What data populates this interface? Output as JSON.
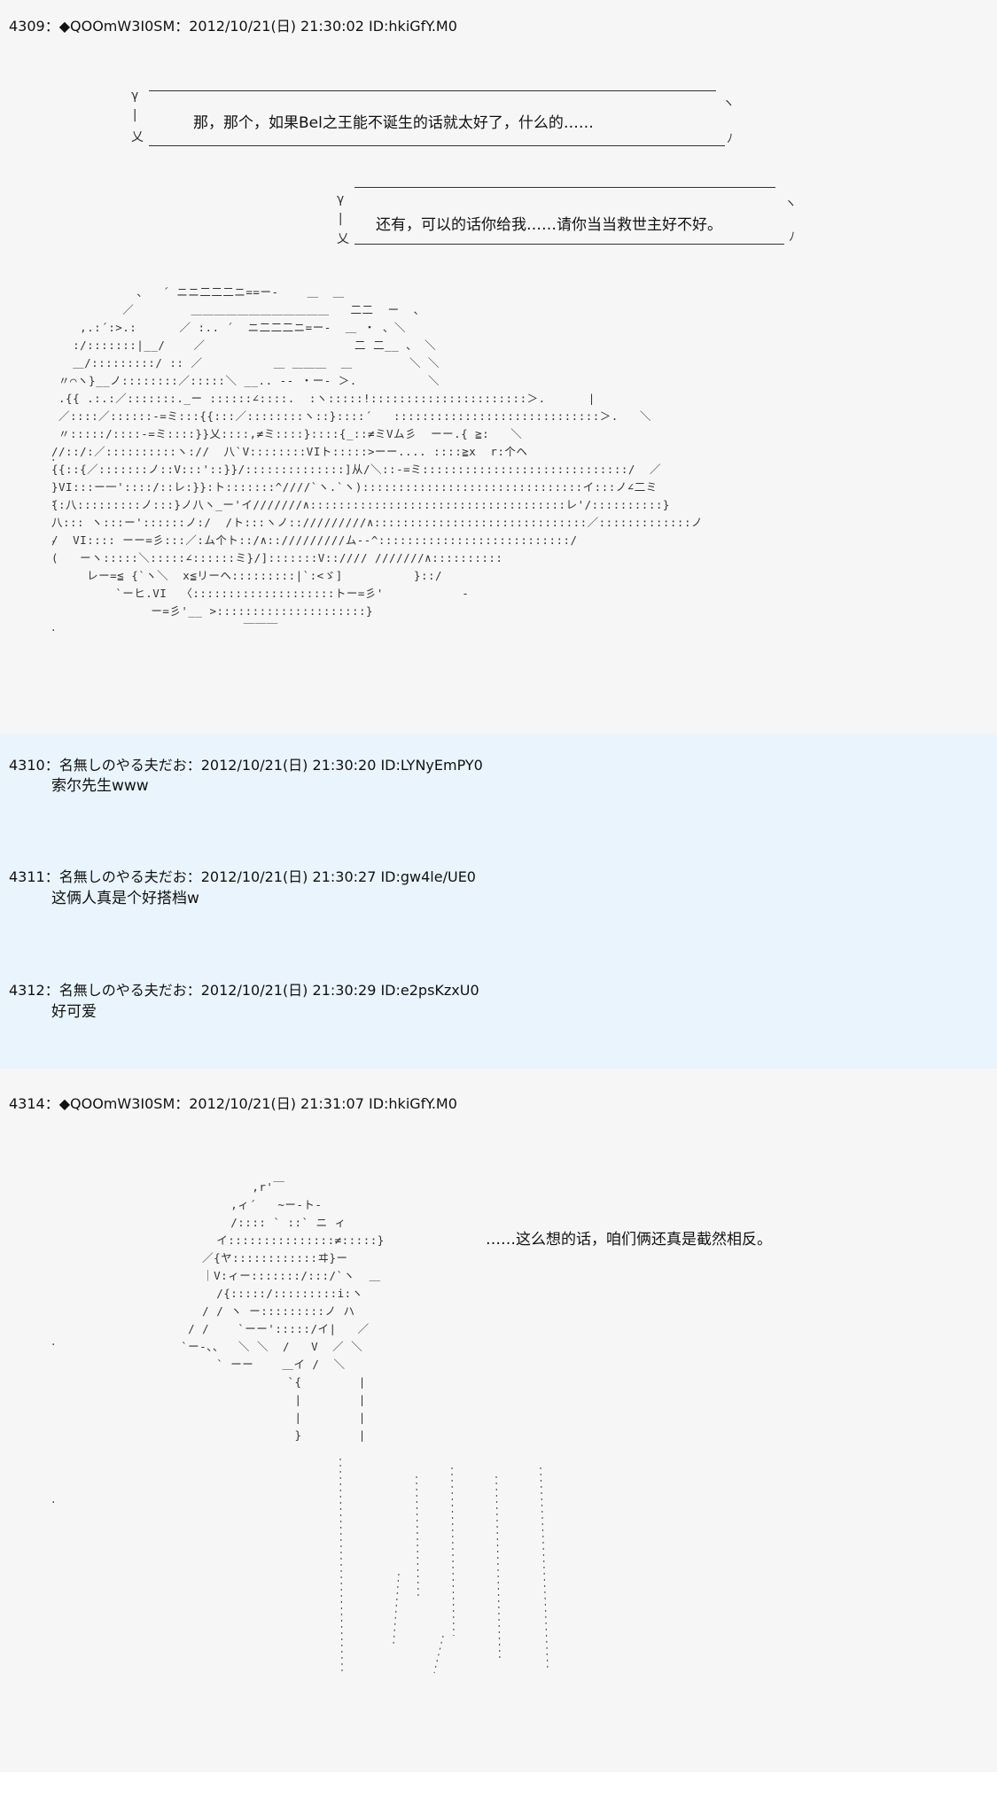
{
  "posts": [
    {
      "header": "4309：◆QOOmW3I0SM：2012/10/21(日) 21:30:02 ID:hkiGfY.M0",
      "bubbles": [
        "那，那个，如果Bel之王能不诞生的话就太好了，什么的……",
        "还有，可以的话你给我……请你当当救世主好不好。"
      ]
    },
    {
      "header": "4310：名無しのやる夫だお：2012/10/21(日) 21:30:20 ID:LYNyEmPY0",
      "body": "索尔先生www"
    },
    {
      "header": "4311：名無しのやる夫だお：2012/10/21(日) 21:30:27 ID:gw4le/UE0",
      "body": "这俩人真是个好搭档w"
    },
    {
      "header": "4312：名無しのやる夫だお：2012/10/21(日) 21:30:29 ID:e2psKzxU0",
      "body": "好可爱"
    },
    {
      "header": "4314：◆QOOmW3I0SM：2012/10/21(日) 21:31:07 ID:hkiGfY.M0",
      "caption": "……这么想的话，咱们俩还真是截然相反。"
    }
  ],
  "art": {
    "lying_girl": "            、  ´ ニニ二二二ニ==ー-    ＿  ＿\n          ／        ＿＿＿＿＿＿＿＿＿＿＿＿   二二  ー  、\n    ,.:´:>.:      ／ :.. ´  ニ二二二ニ=ー-  ＿ ・ 、＼\n   :/:::::::|__/    ／                     二 二__ 、 ＼\n   ＿/:::::::::/ :: ／          ＿ ＿＿＿  ＿        ＼ ＼\n 〃⌒ヽ}__ノ::::::::／:::::＼ __.. -- ・ー- ＞.          ＼\n .{{ .:.:／:::::::._ー ::::::∠::::.  :ヽ:::::!::::::::::::::::::::::＞.      |\n ／::::／::::::-=ミ:::{{:::／::::::::ヽ::}::::´   :::::::::::::::::::::::::::::＞.   ＼\n 〃:::::/::::-=ミ::::}}乂::::,≠ミ::::}::::{_::≠ミVム彡  ーー.{ ≧:   ＼\n//::/:／::::::::::ヽ://  八`V::::::::VIト:::::>ーー.... ::::≧x  r:个ヘ\n{{::{／:::::::ノ::V:::'::}}/::::::::::::::]从/＼::-=ミ:::::::::::::::::::::::::::::/  ／\n}VI:::ー一'::::/::レ:}}:ト:::::::^////`ヽ.`ヽ):::::::::::::::::::::::::::::::イ:::ノ∠二ミ\n{:八:::::::::ノ:::}ノ八ヽ_ー'イ///////∧::::::::::::::::::::::::::::::::::::レ'/::::::::::}\n八::: ヽ:::ー'::::::ノ:/  /ト:::ヽノ:://///////∧::::::::::::::::::::::::::::::／:::::::::::::ノ\n/  VI:::: ーー=彡:::／:ム个ト::/∧:://///////ム--^:::::::::::::::::::::::::::/\n(   ーヽ:::::＼:::::∠::::::ミ}/]:::::::V:://// ///////∧::::::::::\n     レー=≦ {`ヽ＼  x≦リーヘ:::::::::|`:<ゞ]          }::/\n         `ーヒ.VI  〈::::::::::::::::::::トー=彡'           -\n              ー=彡'__ >:::::::::::::::::::::}\n                           ￣￣￣",
    "standing_figure": "             ,r'￣\n          ,ィ´   ~ー-ト-\n          /:::: ` ::` ニ ィ\n        イ:::::::::::::::≠:::::}\n      ／{ヤ::::::::::::ヰ}ー\n      ｜V:ィー:::::::/:::/`ヽ  ＿\n        /{:::::/:::::::::i:ヽ\n      / / ヽ ー:::::::::ノ ハ\n    / /    `ーー':::::/イ|   ／\n   `ー-、、  ＼ ＼  /   V  ／ ＼\n        ` ーー    ＿イ /  ＼\n                  `{        |\n                   |        |\n                   |        |\n                   }        |"
  }
}
